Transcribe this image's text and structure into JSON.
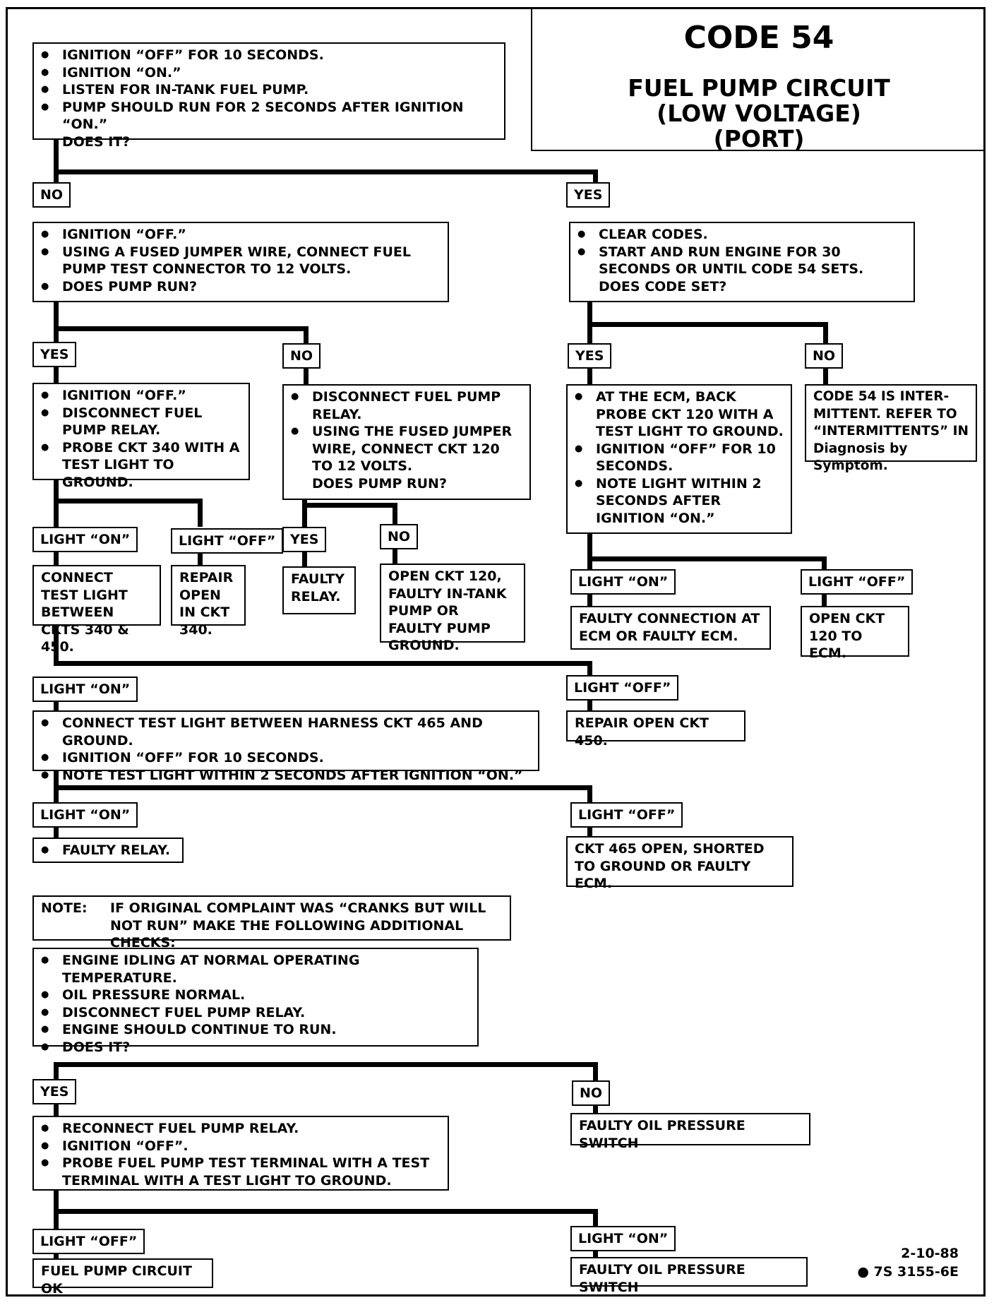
{
  "header": {
    "code": "CODE 54",
    "title_lines": [
      "FUEL PUMP CIRCUIT",
      "(LOW VOLTAGE)",
      "(PORT)"
    ]
  },
  "start_box": [
    "IGNITION “OFF” FOR 10 SECONDS.",
    "IGNITION “ON.”",
    "LISTEN FOR IN-TANK FUEL PUMP.",
    "PUMP SHOULD RUN FOR 2 SECONDS AFTER  IGNITION “ON.”",
    "DOES IT?"
  ],
  "no_branch": {
    "label": "NO",
    "box": [
      "IGNITION “OFF.”",
      "USING A FUSED JUMPER WIRE, CONNECT FUEL PUMP TEST CONNECTOR TO 12 VOLTS.",
      "DOES PUMP RUN?"
    ],
    "yes": {
      "label": "YES",
      "box": [
        "IGNITION “OFF.”",
        "DISCONNECT FUEL PUMP RELAY.",
        "PROBE CKT 340 WITH A TEST LIGHT TO GROUND."
      ],
      "light_on": {
        "label": "LIGHT “ON”",
        "text": "CONNECT TEST LIGHT BETWEEN CKTS 340 & 450."
      },
      "light_off": {
        "label": "LIGHT “OFF”",
        "text": "REPAIR OPEN IN CKT 340."
      }
    },
    "no": {
      "label": "NO",
      "box": [
        "DISCONNECT FUEL PUMP RELAY.",
        "USING THE FUSED JUMPER WIRE, CONNECT CKT 120 TO 12 VOLTS.",
        "DOES PUMP RUN?"
      ],
      "yes": {
        "label": "YES",
        "text": "FAULTY RELAY."
      },
      "no": {
        "label": "NO",
        "text": "OPEN CKT 120, FAULTY IN-TANK PUMP OR FAULTY PUMP GROUND."
      }
    }
  },
  "yes_branch": {
    "label": "YES",
    "box": [
      "CLEAR CODES.",
      "START AND RUN ENGINE FOR 30 SECONDS OR UNTIL CODE 54 SETS.",
      "DOES CODE SET?"
    ],
    "yes": {
      "label": "YES",
      "box": [
        "AT THE ECM, BACK PROBE CKT 120 WITH A TEST LIGHT TO GROUND.",
        "IGNITION “OFF” FOR 10 SECONDS.",
        "NOTE LIGHT WITHIN 2 SECONDS AFTER IGNITION “ON.”"
      ],
      "light_on": {
        "label": "LIGHT “ON”",
        "text": "FAULTY CONNECTION AT ECM OR FAULTY ECM."
      },
      "light_off": {
        "label": "LIGHT “OFF”",
        "text": "OPEN CKT 120 TO ECM."
      }
    },
    "no": {
      "label": "NO",
      "text": "CODE 54 IS INTER- MITTENT.  REFER TO “INTERMITTENTS” IN Diagnosis by Symptom."
    }
  },
  "ckt450": {
    "light_on": {
      "label": "LIGHT “ON”",
      "box": [
        "CONNECT TEST LIGHT BETWEEN HARNESS CKT 465 AND GROUND.",
        "IGNITION “OFF” FOR 10 SECONDS.",
        "NOTE TEST LIGHT WITHIN 2 SECONDS AFTER IGNITION “ON.”"
      ]
    },
    "light_off": {
      "label": "LIGHT “OFF”",
      "text": "REPAIR OPEN CKT 450."
    }
  },
  "ckt465": {
    "light_on": {
      "label": "LIGHT “ON”",
      "box": [
        "FAULTY RELAY."
      ]
    },
    "light_off": {
      "label": "LIGHT “OFF”",
      "text": "CKT 465 OPEN, SHORTED TO GROUND OR FAULTY ECM."
    }
  },
  "note": {
    "head": "NOTE:",
    "text": "IF ORIGINAL COMPLAINT WAS “CRANKS BUT WILL NOT RUN” MAKE THE FOLLOWING ADDITIONAL CHECKS:"
  },
  "additional_checks": [
    "ENGINE IDLING AT NORMAL OPERATING TEMPERATURE.",
    "OIL PRESSURE NORMAL.",
    "DISCONNECT FUEL PUMP RELAY.",
    "ENGINE SHOULD CONTINUE TO RUN.",
    "DOES IT?"
  ],
  "final": {
    "yes": {
      "label": "YES",
      "box": [
        "RECONNECT FUEL PUMP RELAY.",
        "IGNITION “OFF”.",
        "PROBE FUEL PUMP TEST TERMINAL WITH A TEST TERMINAL WITH A TEST LIGHT TO GROUND."
      ]
    },
    "no": {
      "label": "NO",
      "text": "FAULTY OIL PRESSURE SWITCH"
    },
    "light_off": {
      "label": "LIGHT “OFF”",
      "text": "FUEL PUMP CIRCUIT OK"
    },
    "light_on": {
      "label": "LIGHT “ON”",
      "text": "FAULTY OIL PRESSURE SWITCH"
    }
  },
  "footer": {
    "date": "2-10-88",
    "code": "● 7S 3155-6E"
  }
}
